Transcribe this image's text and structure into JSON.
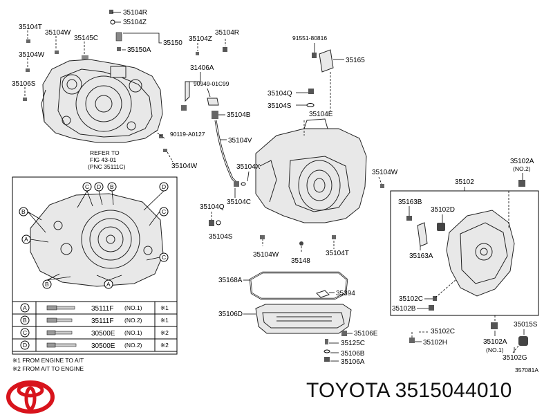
{
  "brand_caption": "TOYOTA 3515044010",
  "figure_id": "357081A",
  "labels": {
    "l35104T": "35104T",
    "l35104W_a": "35104W",
    "l35145C": "35145C",
    "l35104W_b": "35104W",
    "l35106S": "35106S",
    "l35104R_a": "35104R",
    "l35104Z_a": "35104Z",
    "l35150": "35150",
    "l35150A": "35150A",
    "l35104Z_b": "35104Z",
    "l35104R_b": "35104R",
    "l91551": "91551-80816",
    "l35165": "35165",
    "l31406A": "31406A",
    "l90949": "90949-01C99",
    "l35104B": "35104B",
    "l35104Q_a": "35104Q",
    "l35104S_a": "35104S",
    "l35104E": "35104E",
    "l90119": "90119-A0127",
    "l35104W_c": "35104W",
    "l35104V": "35104V",
    "l35104X": "35104X",
    "l35104W_d": "35104W",
    "l35104Q_b": "35104Q",
    "l35104C": "35104C",
    "l35104S_b": "35104S",
    "l35104W_e": "35104W",
    "l35148": "35148",
    "l35104T_b": "35104T",
    "l35168A": "35168A",
    "l35394": "35394",
    "l35106D": "35106D",
    "l35106E": "35106E",
    "l35125C": "35125C",
    "l35106B": "35106B",
    "l35106A": "35106A",
    "l35102A_a": "35102A",
    "lNO2": "(NO.2)",
    "l35102": "35102",
    "l35163B": "35163B",
    "l35102D": "35102D",
    "l35163A": "35163A",
    "l35102C_a": "35102C",
    "l35102B": "35102B",
    "l35102C_b": "35102C",
    "l35102H": "35102H",
    "l35102A_b": "35102A",
    "lNO1": "(NO.1)",
    "l35015S": "35015S",
    "l35102G": "35102G"
  },
  "refer_note": [
    "REFER TO",
    "FIG 43-01",
    "(PNC 35111C)"
  ],
  "callout_letters": [
    "A",
    "B",
    "C",
    "D"
  ],
  "bolt_table": [
    {
      "letter": "A",
      "part": "35111F",
      "no": "(NO.1)",
      "mark": "※1"
    },
    {
      "letter": "B",
      "part": "35111F",
      "no": "(NO.2)",
      "mark": "※1"
    },
    {
      "letter": "C",
      "part": "30500E",
      "no": "(NO.1)",
      "mark": "※2"
    },
    {
      "letter": "D",
      "part": "30500E",
      "no": "(NO.2)",
      "mark": "※2"
    }
  ],
  "notes": [
    "※1 FROM ENGINE TO A/T",
    "※2 FROM A/T TO ENGINE"
  ],
  "colors": {
    "logo_red": "#d8141c",
    "line": "#000000"
  },
  "icons": {
    "logo": "toyota-logo-icon"
  }
}
